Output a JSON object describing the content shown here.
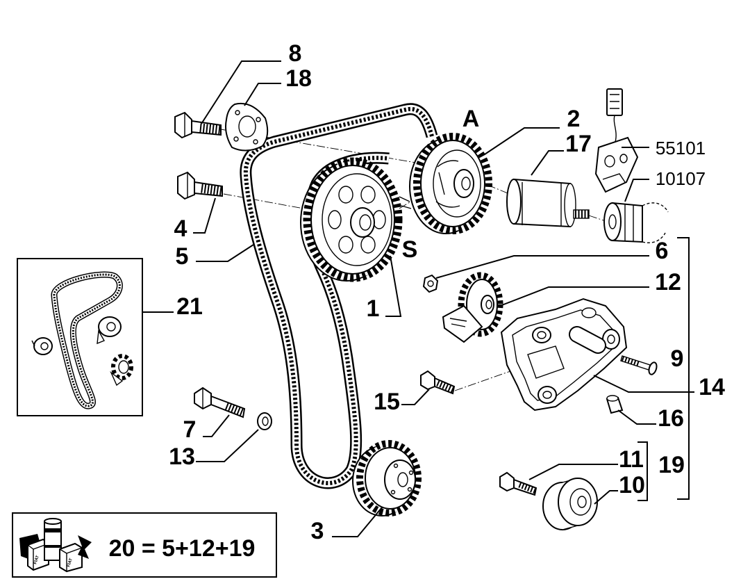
{
  "callouts": {
    "c1": "1",
    "c2": "2",
    "c3": "3",
    "c4": "4",
    "c5": "5",
    "c6": "6",
    "c7": "7",
    "c8": "8",
    "c9": "9",
    "c10": "10",
    "c11": "11",
    "c12": "12",
    "c13": "13",
    "c14": "14",
    "c15": "15",
    "c16": "16",
    "c17": "17",
    "c18": "18",
    "c19": "19",
    "c21": "21",
    "cA": "A",
    "cS": "S",
    "c55101": "55101",
    "c10107": "10107"
  },
  "kit_formula": "20 = 5+12+19",
  "logo_text": "FIAT",
  "colors": {
    "ink": "#000000",
    "paper": "#ffffff"
  }
}
